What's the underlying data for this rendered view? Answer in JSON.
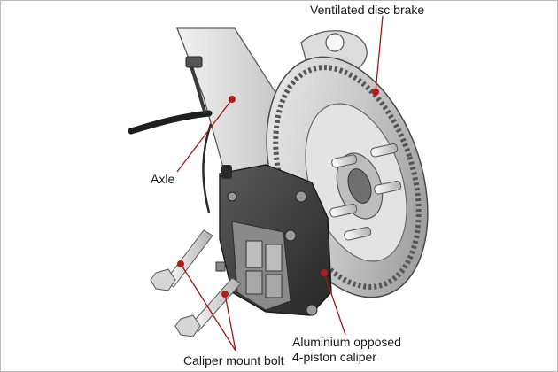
{
  "labels": {
    "disc_brake": "Ventilated disc brake",
    "axle": "Axle",
    "caliper_line1": "Aluminium opposed",
    "caliper_line2": "4-piston caliper",
    "mount_bolt": "Caliper mount bolt"
  },
  "colors": {
    "leader": "#a01818",
    "dot": "#b31c1c",
    "metal_light": "#d9d9d9",
    "metal_mid": "#a9a9a9",
    "metal_dark": "#4a4a4a",
    "caliper": "#3a3a3a"
  }
}
